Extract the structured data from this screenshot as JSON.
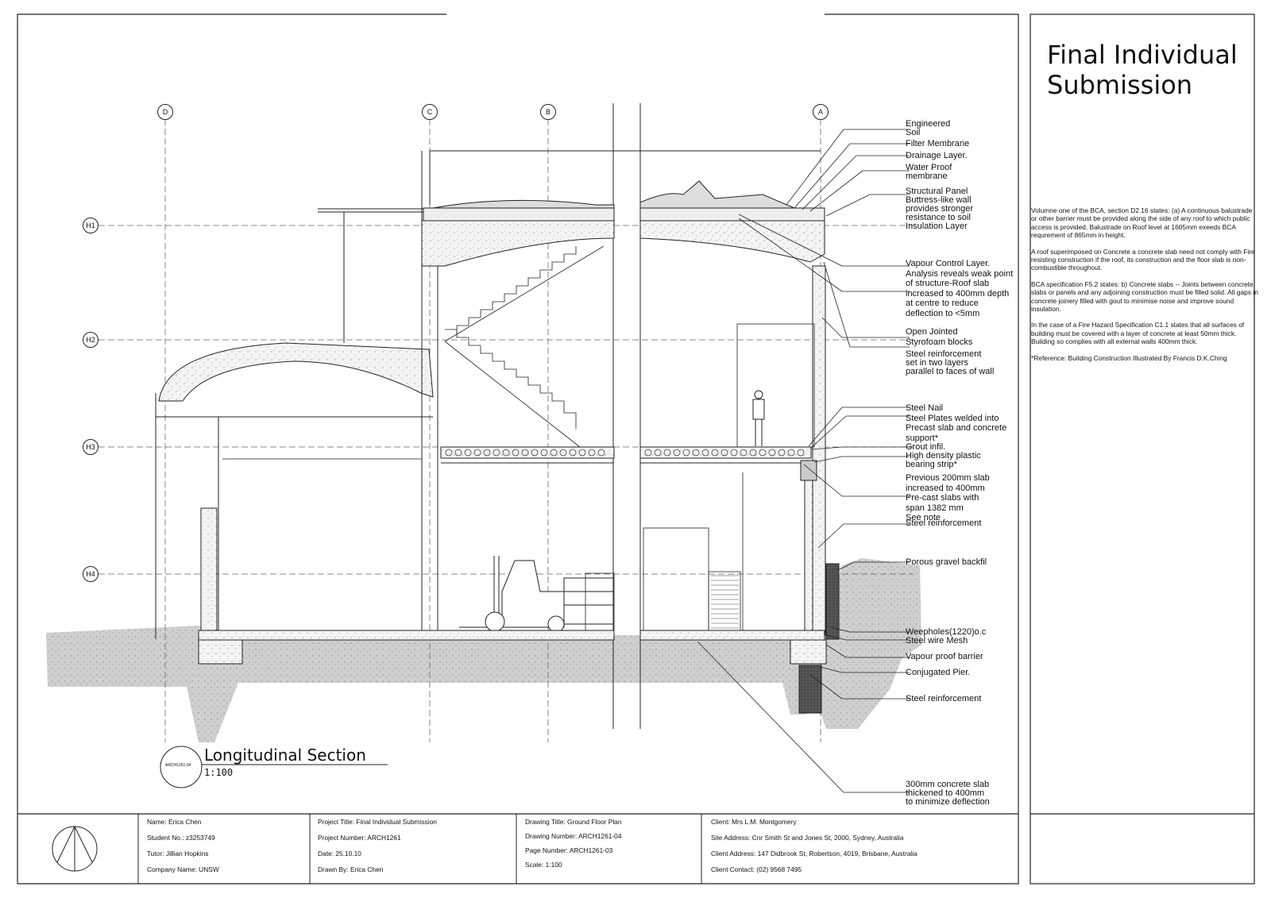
{
  "sheet_title": "Final Individual\nSubmission",
  "section": {
    "title": "Longitudinal Section",
    "scale": "1:100",
    "code": "ARCH1261-04"
  },
  "grid_labels": {
    "columns": [
      "D",
      "C",
      "B",
      "A"
    ],
    "levels": [
      "H1",
      "H2",
      "H3",
      "H4"
    ]
  },
  "callouts": [
    [
      "Engineered",
      "Soil"
    ],
    [
      "Filter Membrane"
    ],
    [
      "Drainage Layer."
    ],
    [
      "Water Proof",
      "membrane"
    ],
    [
      "Structural Panel",
      "Buttress-like wall",
      "provides stronger",
      "resistance to soil",
      "Insulation Layer"
    ],
    [
      "Vapour Control Layer.",
      "Analysis reveals weak point",
      "of structure-Roof slab",
      "increased to 400mm depth",
      "at centre to reduce",
      " deflection to <5mm"
    ],
    [
      "Open Jointed",
      " Styrofoam blocks"
    ],
    [
      "Steel reinforcement",
      "set in two layers",
      "parallel to faces of wall"
    ],
    [
      "Steel Nail",
      "Steel Plates welded into",
      "Precast slab and concrete",
      "support*"
    ],
    [
      "Grout infil.",
      "High density plastic",
      " bearing strip*"
    ],
    [
      "Previous 200mm slab",
      " increased to 400mm"
    ],
    [
      "Pre-cast slabs with",
      "span 1382 mm",
      "See note"
    ],
    [
      "Steel reinforcement"
    ],
    [
      "Porous gravel backfil"
    ],
    [
      "Weepholes(1220)o.c",
      "Steel wire Mesh"
    ],
    [
      "Vapour proof barrier"
    ],
    [
      "Conjugated Pier."
    ],
    [
      "Steel reinforcement"
    ],
    [
      "300mm concrete slab",
      "thickened to 400mm",
      "to minimize deflection"
    ]
  ],
  "notes": [
    "Volumne one of the BCA, section D2.16 states: (a) A continuous balustrade or other barrier must be provided along the side of any roof to which public access is provided. Balustrade on Roof level at 1605mm exeeds BCA requrement of 865mm in height.",
    "A roof superimposed on Concrete a concrete slab need not comply with Fire resisting construction if the roof, its construction and the floor slab is non-combustible throughout.",
    "BCA specification F5.2 states: b) Concrete slabs -- Joints between concrete slabs or panels and any adjoining construction must be filled solid. All gaps in concrete joinery filled with gout to minimise noise and improve sound insulation.",
    "In the case of a Fire Hazard Specification C1.1 states that all surfaces of building must be covered with a layer of concrete at least 50mm thick. Building so complies with all external walls 400mm thick.",
    "*Reference: Building Construction Illustrated By Francis D.K.Ching"
  ],
  "title_block": {
    "col1": [
      "Name: Erica Chen",
      "Student No.: z3253749",
      "Tutor: Jillian Hopkins",
      "Company Name: UNSW"
    ],
    "col2": [
      "Project Title: Final Individual Submission",
      "Project Number: ARCH1261",
      "Date: 25.10.10",
      "Drawn By: Erica Chen"
    ],
    "col3": [
      "Drawing Title: Ground Floor Plan",
      "Drawing Number: ARCH1261-04",
      "Page Number: ARCH1261-03",
      "Scale: 1:100"
    ],
    "col4": [
      "Client: Mrs L.M. Montgomery",
      "Site Address: Cnr Smith St and Jones St, 2000, Sydney, Australia",
      "Client Address: 147 Didbrook St, Robertson, 4019, Brisbane, Australia",
      "Client Contact: (02) 9568 7495"
    ]
  }
}
